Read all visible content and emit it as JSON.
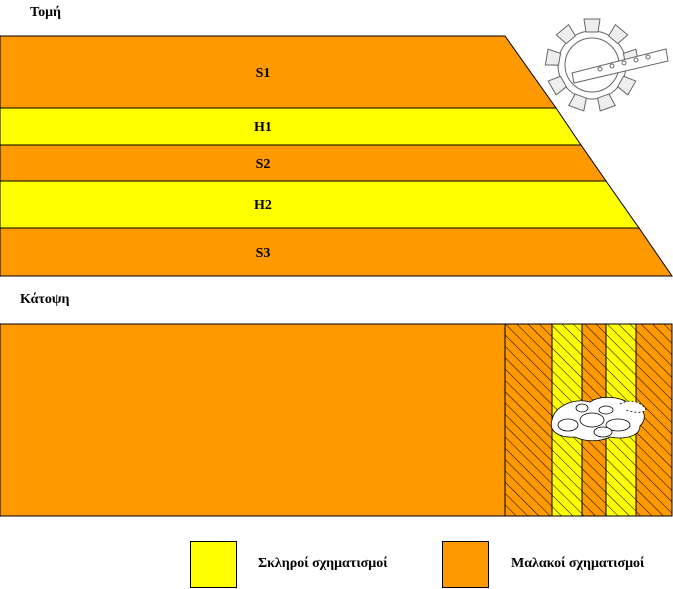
{
  "section": {
    "title": "Τομή",
    "layers": [
      {
        "label": "S1",
        "type": "soft"
      },
      {
        "label": "H1",
        "type": "hard"
      },
      {
        "label": "S2",
        "type": "soft"
      },
      {
        "label": "H2",
        "type": "hard"
      },
      {
        "label": "S3",
        "type": "soft"
      }
    ]
  },
  "plan": {
    "title": "Κάτοψη"
  },
  "legend": {
    "hard_label": "Σκληροί σχηματισμοί",
    "soft_label": "Μαλακοί σχηματισμοί"
  },
  "colors": {
    "hard": "#ffff00",
    "soft": "#ff9900",
    "outline": "#000000"
  },
  "icons": {
    "cutter": "rotary-cutter-wheel-icon",
    "debris": "rock-debris-icon"
  }
}
